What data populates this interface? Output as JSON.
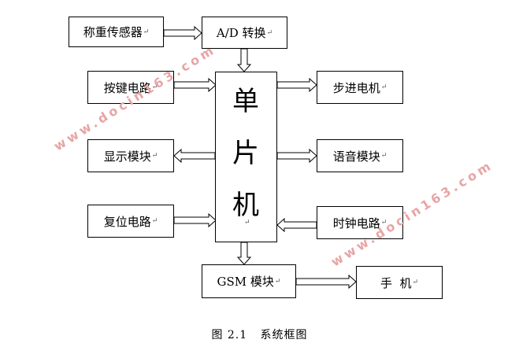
{
  "diagram": {
    "sensor": "称重传感器",
    "adc": "A/D 转换",
    "button_circuit": "按键电路",
    "display_module": "显示模块",
    "reset_circuit": "复位电路",
    "mcu_chars": [
      "单",
      "片",
      "机"
    ],
    "stepper_motor": "步进电机",
    "voice_module": "语音模块",
    "clock_circuit": "时钟电路",
    "gsm_module": "GSM 模块",
    "phone": "手  机",
    "return_mark": "↵",
    "mcu_mark": "↵"
  },
  "caption": "图 2.1   系统框图",
  "watermark": "www.docin163.com",
  "colors": {
    "watermark": "#e8a4a4",
    "stroke": "#000000"
  }
}
